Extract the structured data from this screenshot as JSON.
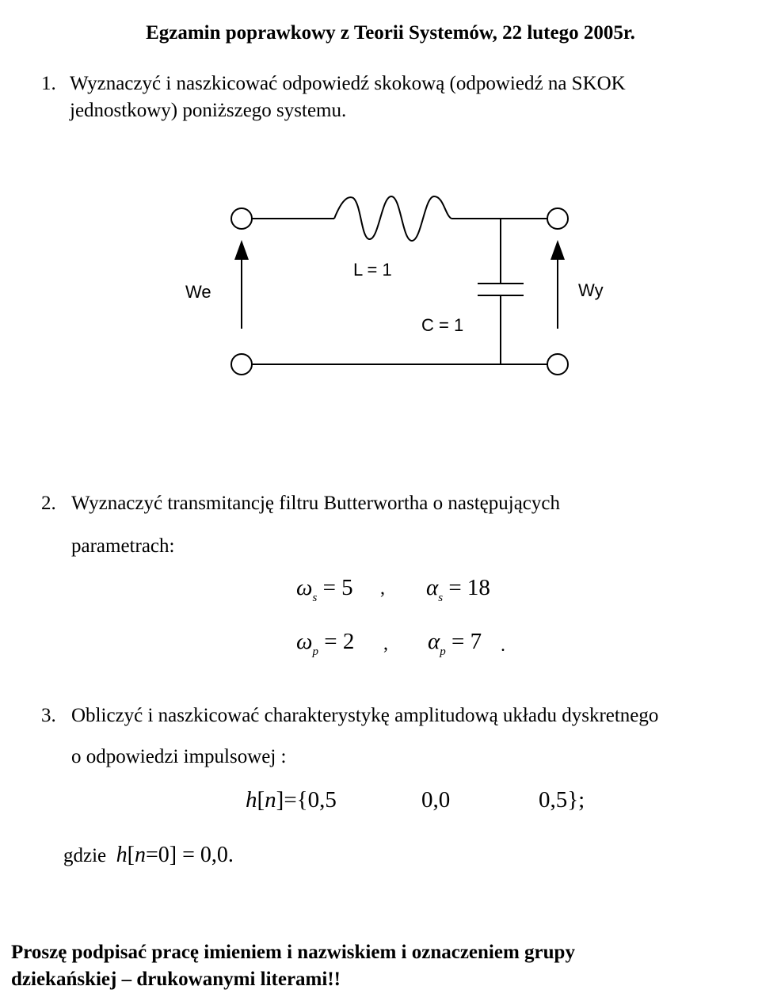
{
  "title": "Egzamin poprawkowy z Teorii Systemów, 22 lutego 2005r.",
  "q1": {
    "number": "1.",
    "line1": "Wyznaczyć i naszkicować odpowiedź skokową (odpowiedź na SKOK",
    "line2": "jednostkowy)  poniższego systemu.",
    "circuit": {
      "input_label": "We",
      "output_label": "Wy",
      "inductor_label": "L = 1",
      "capacitor_label": "C = 1"
    }
  },
  "q2": {
    "number": "2.",
    "line1": "Wyznaczyć transmitancję filtru Butterwortha o następujących",
    "line2": "parametrach:",
    "params": {
      "omega_symbol": "ω",
      "alpha_symbol": "α",
      "sub_s": "s",
      "sub_p": "p",
      "omega_s_value": "= 5",
      "alpha_s_value": "= 18",
      "omega_p_value": "= 2",
      "alpha_p_value": "= 7",
      "separator": ",",
      "end_mark": "."
    }
  },
  "q3": {
    "number": "3.",
    "line1": "Obliczyć i naszkicować charakterystykę amplitudową układu dyskretnego",
    "line2": "o odpowiedzi impulsowej :",
    "h_symbol": "h",
    "n_symbol": "n",
    "h_open": "]={0,5",
    "h_mid": "0,0",
    "h_end": "0,5};",
    "gdzie": "gdzie",
    "gdzie_cond_mid": "=0] = 0,0."
  },
  "footer": {
    "line1": "Proszę podpisać pracę imieniem i nazwiskiem i oznaczeniem grupy",
    "line2": "dziekańskiej – drukowanymi literami!!"
  }
}
